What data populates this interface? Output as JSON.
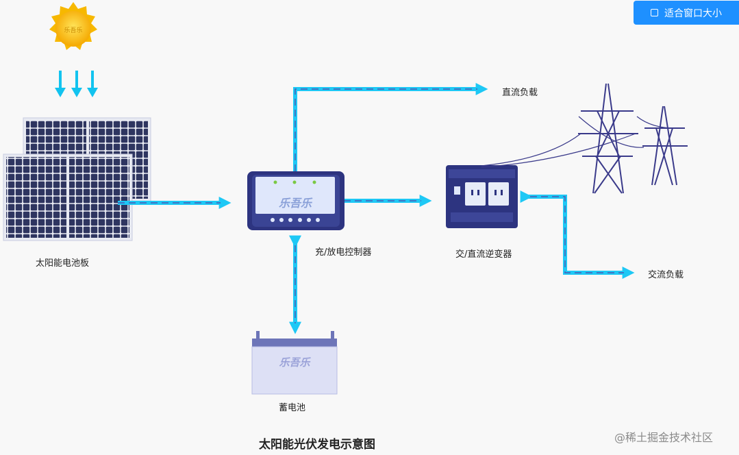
{
  "toolbar": {
    "fit_window_label": "适合窗口大小"
  },
  "diagram": {
    "title": "太阳能光伏发电示意图",
    "labels": {
      "solar_panel": "太阳能电池板",
      "controller": "充/放电控制器",
      "battery": "蓄电池",
      "inverter": "交/直流逆变器",
      "dc_load": "直流负载",
      "ac_load": "交流负载"
    },
    "brand": "乐吾乐",
    "watermark": "@稀土掘金技术社区"
  },
  "colors": {
    "flow": "#1ec8f5",
    "flow_dash": "#4a5bb5",
    "accent_button": "#1e90ff",
    "device_navy": "#2d3480",
    "panel_cell": "#2e3560",
    "sun": "#f5b400"
  },
  "icons": [
    "sun-icon",
    "solar-panel-icon",
    "controller-icon",
    "battery-icon",
    "inverter-icon",
    "power-tower-icon"
  ]
}
